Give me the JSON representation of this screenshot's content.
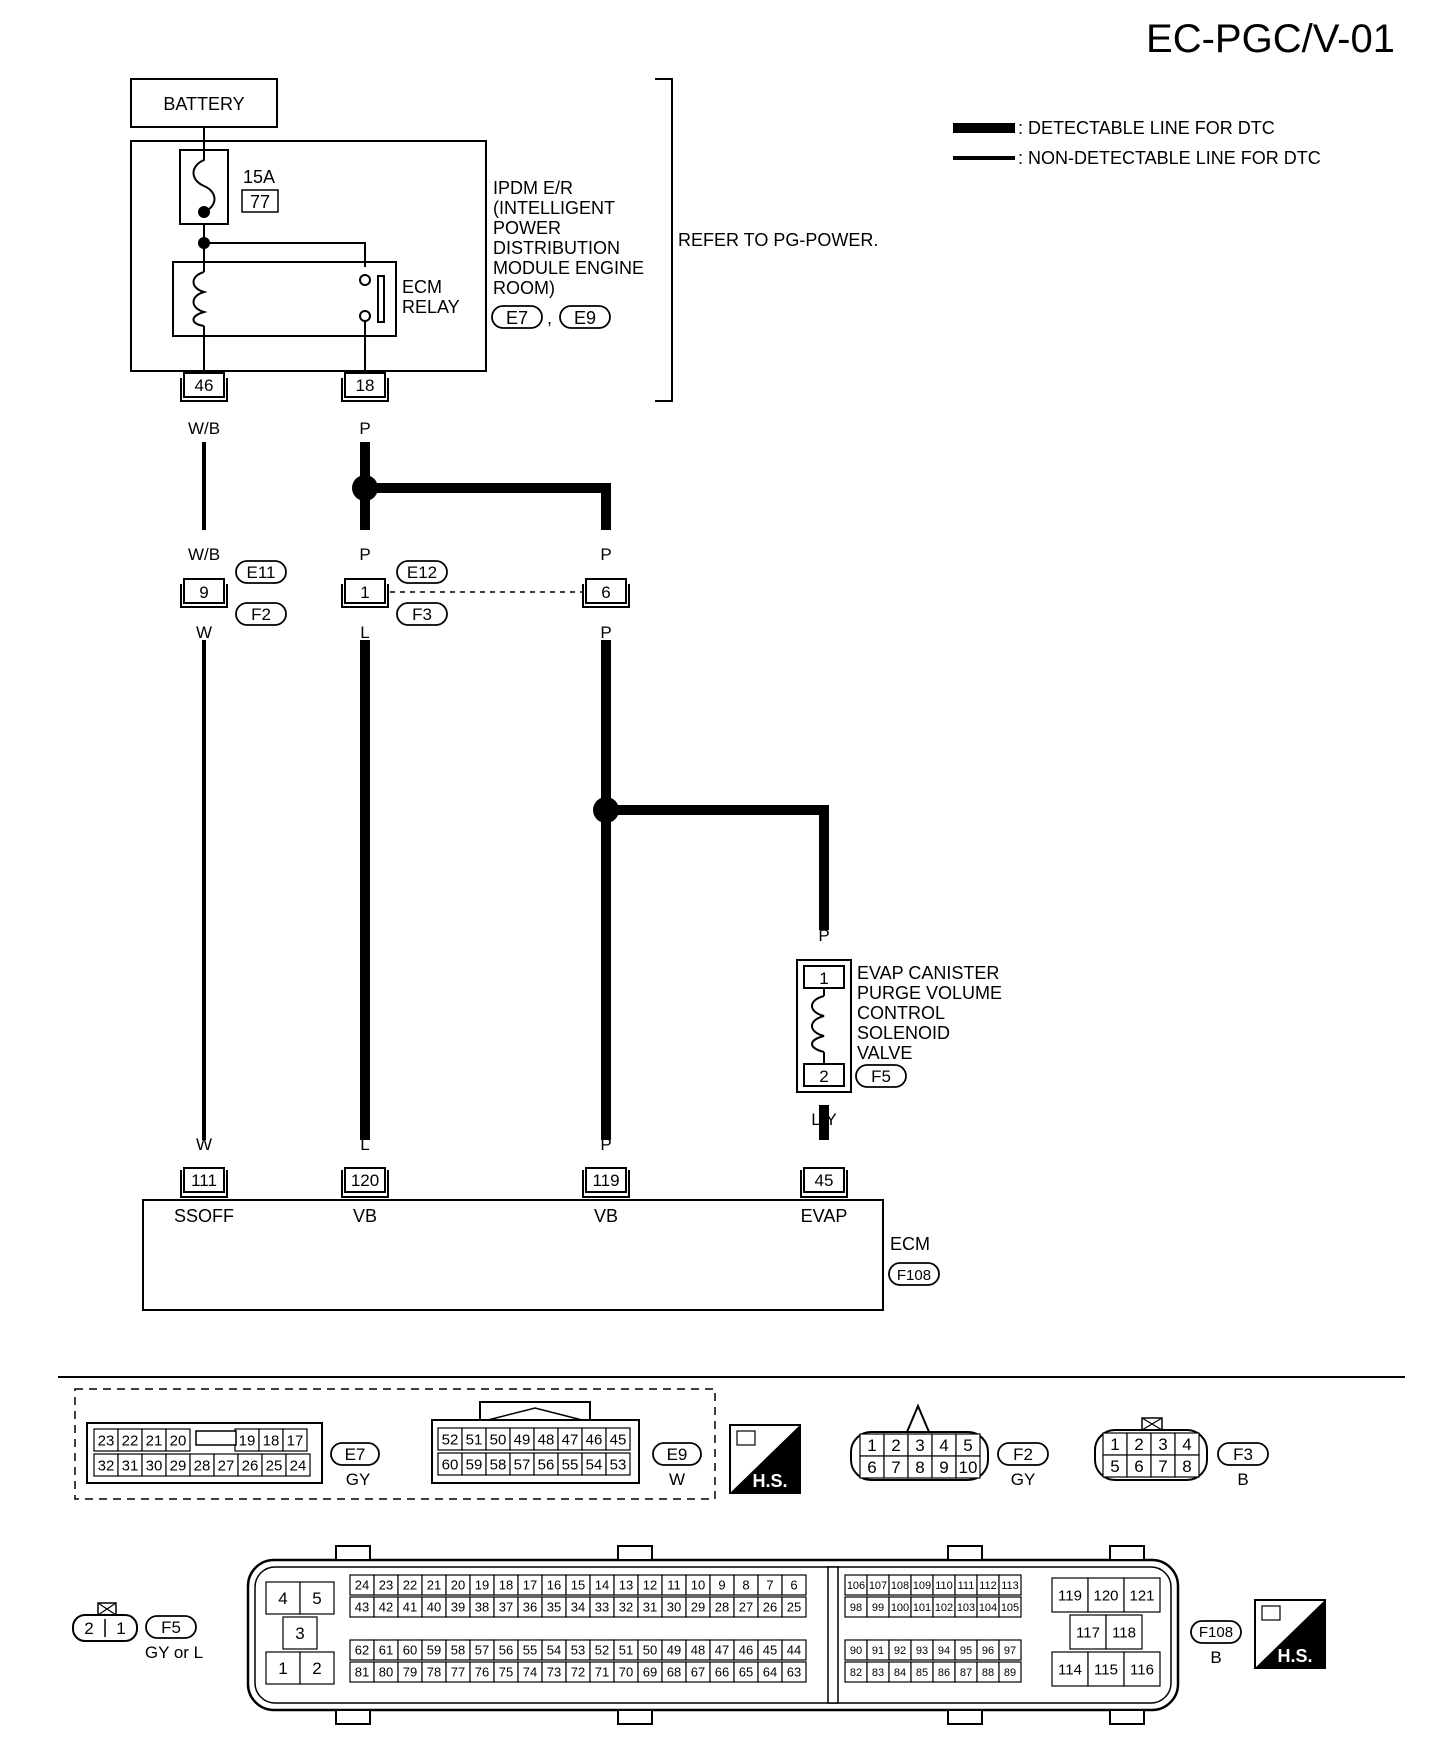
{
  "page_code": "EC-PGC/V-01",
  "legend": {
    "detectable": ": DETECTABLE LINE FOR DTC",
    "non_detectable": ": NON-DETECTABLE LINE FOR DTC"
  },
  "battery": "BATTERY",
  "fuse": {
    "rating": "15A",
    "number": "77"
  },
  "ipdm": {
    "lines": [
      "IPDM E/R",
      "(INTELLIGENT",
      " POWER",
      " DISTRIBUTION",
      " MODULE ENGINE",
      " ROOM)"
    ],
    "connectors": [
      "E7",
      "E9"
    ],
    "separator": ","
  },
  "refer": "REFER TO PG-POWER.",
  "relay": {
    "lines": [
      "ECM",
      "RELAY"
    ]
  },
  "ipdm_terminals": [
    {
      "pin": "46",
      "wire": "W/B"
    },
    {
      "pin": "18",
      "wire": "P"
    }
  ],
  "mid_connectors": {
    "left": {
      "pin": "9",
      "top_wire": "W/B",
      "bottom_wire": "W",
      "tags": [
        "E11",
        "F2"
      ]
    },
    "center": {
      "pin": "1",
      "top_wire": "P",
      "bottom_wire": "L",
      "tags": [
        "E12",
        "F3"
      ]
    },
    "right": {
      "pin": "6",
      "top_wire": "P",
      "bottom_wire": "P"
    }
  },
  "valve": {
    "wire_in": "P",
    "pin_top": "1",
    "pin_bottom": "2",
    "wire_out": "L/Y",
    "tag": "F5",
    "lines": [
      "EVAP CANISTER",
      "PURGE VOLUME",
      "CONTROL",
      "SOLENOID",
      "VALVE"
    ]
  },
  "ecm": {
    "name": "ECM",
    "tag": "F108",
    "terminals": [
      {
        "wire": "W",
        "pin": "111",
        "signal": "SSOFF"
      },
      {
        "wire": "L",
        "pin": "120",
        "signal": "VB"
      },
      {
        "wire": "P",
        "pin": "119",
        "signal": "VB"
      },
      {
        "wire": "L/Y",
        "pin": "45",
        "signal": "EVAP"
      }
    ]
  },
  "connector_faces": {
    "e7": {
      "tag": "E7",
      "color": "GY",
      "top": [
        "23",
        "22",
        "21",
        "20",
        "19",
        "18",
        "17"
      ],
      "bottom": [
        "32",
        "31",
        "30",
        "29",
        "28",
        "27",
        "26",
        "25",
        "24"
      ]
    },
    "e9": {
      "tag": "E9",
      "color": "W",
      "top": [
        "52",
        "51",
        "50",
        "49",
        "48",
        "47",
        "46",
        "45"
      ],
      "bottom": [
        "60",
        "59",
        "58",
        "57",
        "56",
        "55",
        "54",
        "53"
      ]
    },
    "f2": {
      "tag": "F2",
      "color": "GY",
      "top": [
        "1",
        "2",
        "3",
        "4",
        "5"
      ],
      "bottom": [
        "6",
        "7",
        "8",
        "9",
        "10"
      ]
    },
    "f3": {
      "tag": "F3",
      "color": "B",
      "top": [
        "1",
        "2",
        "3",
        "4"
      ],
      "bottom": [
        "5",
        "6",
        "7",
        "8"
      ]
    },
    "f5": {
      "tag": "F5",
      "color": "GY or L",
      "pins": [
        "2",
        "1"
      ]
    },
    "f108": {
      "tag": "F108",
      "color": "B",
      "left_pins": [
        "4",
        "5",
        "3",
        "1",
        "2"
      ],
      "a_row1": [
        "24",
        "23",
        "22",
        "21",
        "20",
        "19",
        "18",
        "17",
        "16",
        "15",
        "14",
        "13",
        "12",
        "11",
        "10",
        "9",
        "8",
        "7",
        "6"
      ],
      "a_row2": [
        "43",
        "42",
        "41",
        "40",
        "39",
        "38",
        "37",
        "36",
        "35",
        "34",
        "33",
        "32",
        "31",
        "30",
        "29",
        "28",
        "27",
        "26",
        "25"
      ],
      "a_row3": [
        "62",
        "61",
        "60",
        "59",
        "58",
        "57",
        "56",
        "55",
        "54",
        "53",
        "52",
        "51",
        "50",
        "49",
        "48",
        "47",
        "46",
        "45",
        "44"
      ],
      "a_row4": [
        "81",
        "80",
        "79",
        "78",
        "77",
        "76",
        "75",
        "74",
        "73",
        "72",
        "71",
        "70",
        "69",
        "68",
        "67",
        "66",
        "65",
        "64",
        "63"
      ],
      "b_row1": [
        "106",
        "107",
        "108",
        "109",
        "110",
        "111",
        "112",
        "113"
      ],
      "b_row2": [
        "98",
        "99",
        "100",
        "101",
        "102",
        "103",
        "104",
        "105"
      ],
      "b_row3": [
        "90",
        "91",
        "92",
        "93",
        "94",
        "95",
        "96",
        "97"
      ],
      "b_row4": [
        "82",
        "83",
        "84",
        "85",
        "86",
        "87",
        "88",
        "89"
      ],
      "right_pins": [
        "119",
        "120",
        "121",
        "117",
        "118",
        "114",
        "115",
        "116"
      ]
    }
  },
  "hs_label": "H.S."
}
